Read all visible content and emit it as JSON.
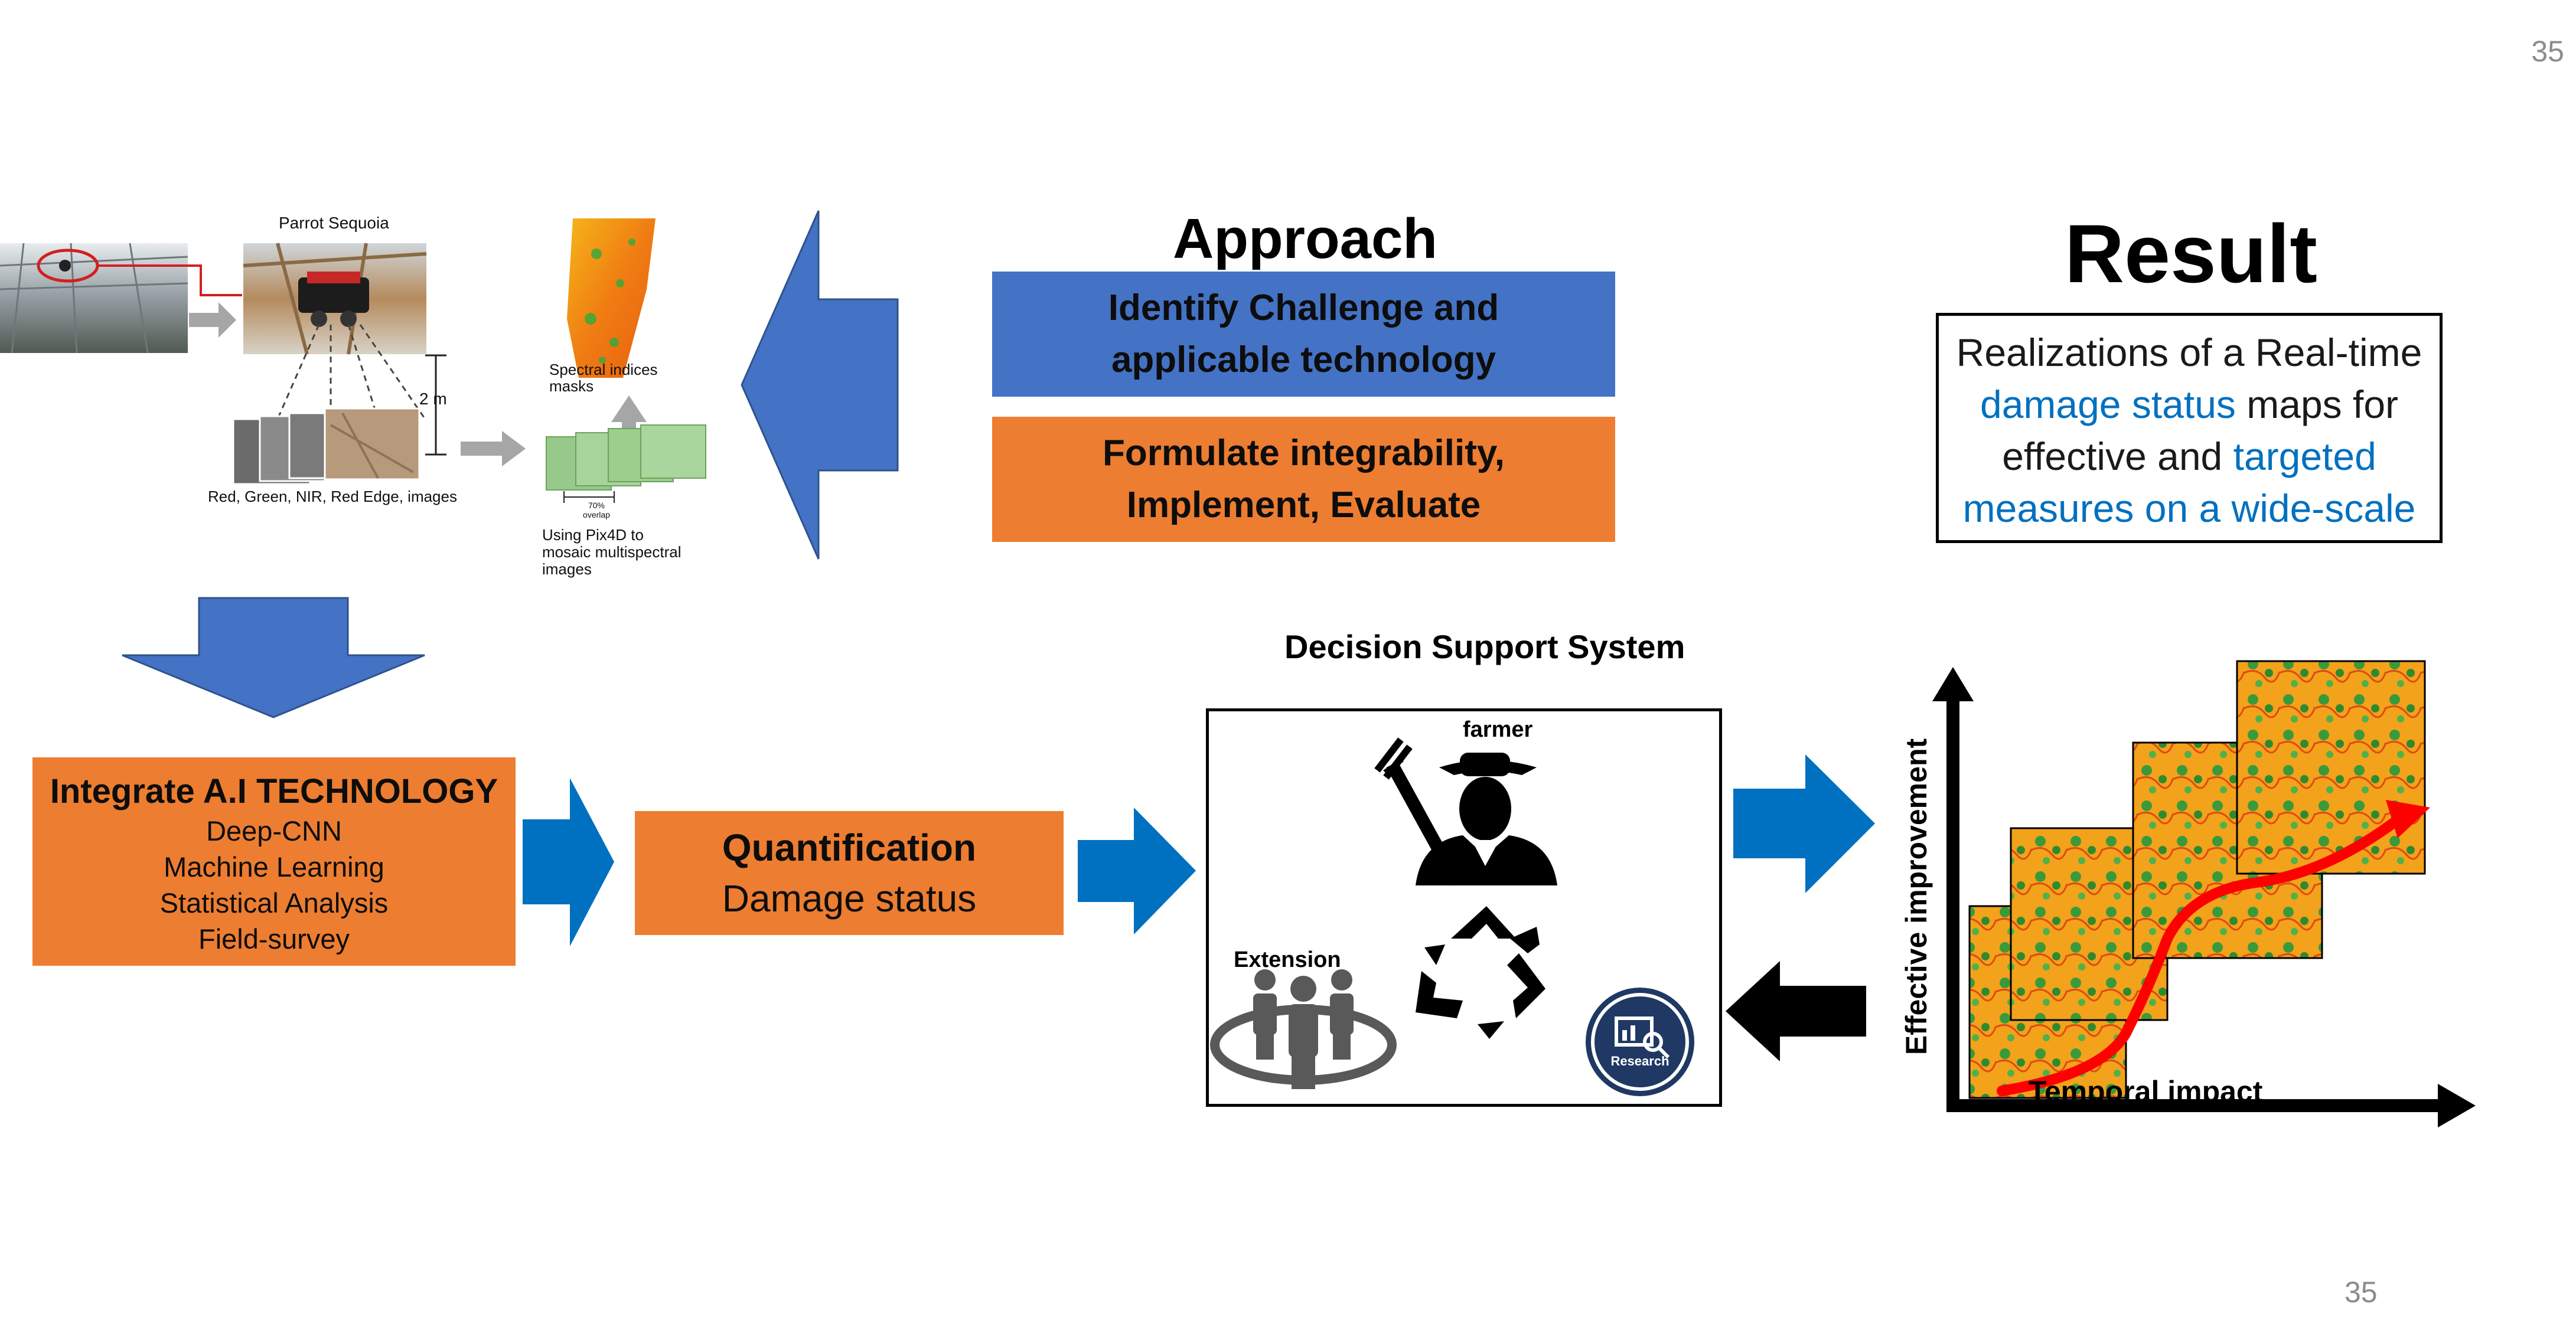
{
  "page_number_top": "35",
  "page_number_bottom": "35",
  "approach": {
    "title": "Approach",
    "box1_line1": "Identify Challenge and",
    "box1_line2": "applicable technology",
    "box2_line1": "Formulate integrability,",
    "box2_line2": "Implement, Evaluate"
  },
  "result": {
    "title": "Result",
    "line1": "Realizations of a Real-time",
    "line2_hl": "damage status",
    "line2_rest": " maps for",
    "line3_pre": "effective and ",
    "line3_hl": "targeted",
    "line4_hl": "measures on a wide-scale"
  },
  "acquisition": {
    "camera_label": "Parrot Sequoia",
    "height_label": "2 m",
    "bands_label": "Red, Green, NIR, Red Edge, images",
    "indices_label_1": "Spectral indices",
    "indices_label_2": "masks",
    "overlap_label_1": "70%",
    "overlap_label_2": "overlap",
    "mosaic_line1": "Using Pix4D to",
    "mosaic_line2": "mosaic multispectral",
    "mosaic_line3": "images"
  },
  "integrate": {
    "title": "Integrate A.I TECHNOLOGY",
    "items": [
      "Deep-CNN",
      "Machine Learning",
      "Statistical Analysis",
      "Field-survey"
    ]
  },
  "quantification": {
    "title": "Quantification",
    "subtitle": "Damage status"
  },
  "dss": {
    "title": "Decision Support System",
    "farmer_label": "farmer",
    "extension_label": "Extension",
    "research_label": "Research"
  },
  "chart": {
    "ylabel": "Effective improvement",
    "xlabel": "Temporal impact"
  },
  "colors": {
    "blue_box": "#4472c4",
    "orange_box": "#ed7d31",
    "arrow_blue": "#0070c0",
    "highlight_text": "#0070c0",
    "curve_red": "#ff0000"
  }
}
